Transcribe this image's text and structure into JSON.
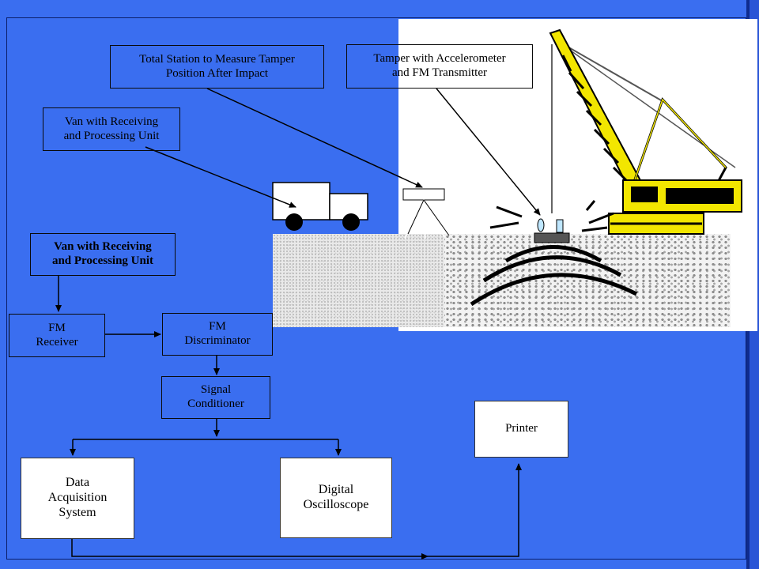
{
  "callouts": {
    "total_station": "Total Station to Measure Tamper\nPosition After Impact",
    "tamper": "Tamper with Accelerometer\nand FM Transmitter",
    "van": "Van with Receiving\nand Processing Unit"
  },
  "flow": {
    "van_unit": "Van with Receiving\nand Processing Unit",
    "fm_receiver": "FM\nReceiver",
    "fm_discriminator": "FM\nDiscriminator",
    "signal_conditioner": "Signal\nConditioner",
    "printer": "Printer",
    "data_acquisition": "Data\nAcquisition\nSystem",
    "digital_oscilloscope": "Digital\nOscilloscope"
  },
  "colors": {
    "slide_background": "#3a6ef0",
    "crane": "#f2e600",
    "box_fill": "#ffffff",
    "line": "#000000"
  }
}
